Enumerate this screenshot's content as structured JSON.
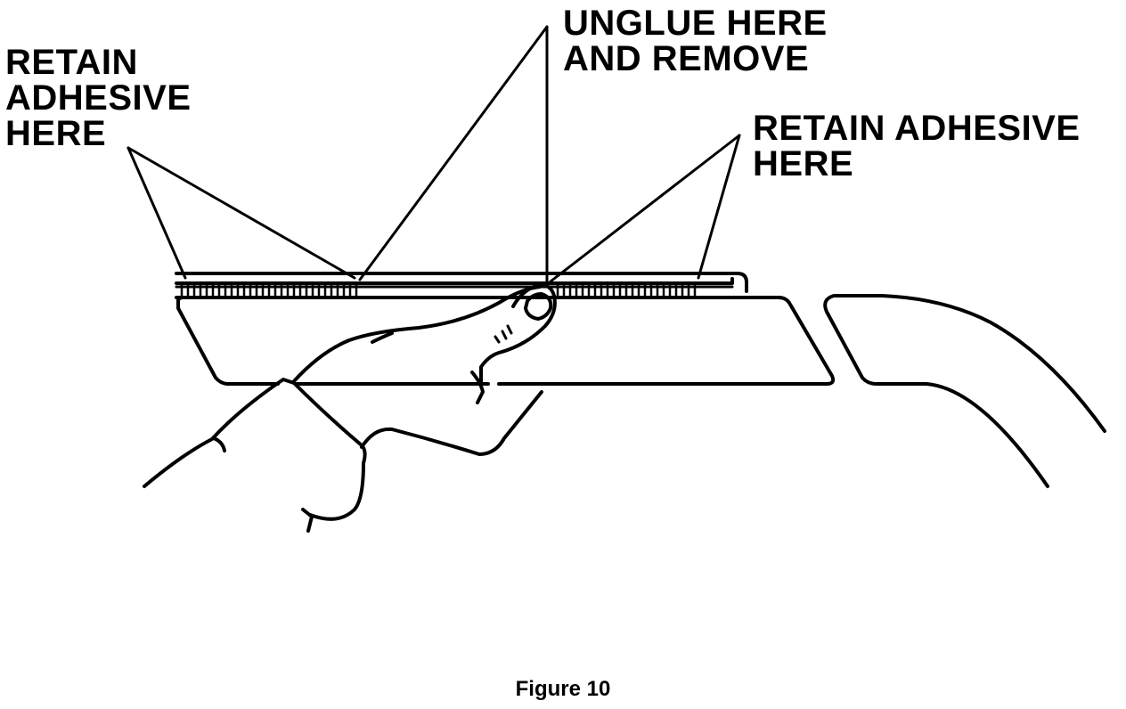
{
  "labels": {
    "left": [
      "RETAIN",
      "ADHESIVE",
      "HERE"
    ],
    "center": [
      "UNGLUE HERE",
      "AND REMOVE"
    ],
    "right": [
      "RETAIN ADHESIVE",
      "HERE"
    ]
  },
  "caption": "Figure 10"
}
